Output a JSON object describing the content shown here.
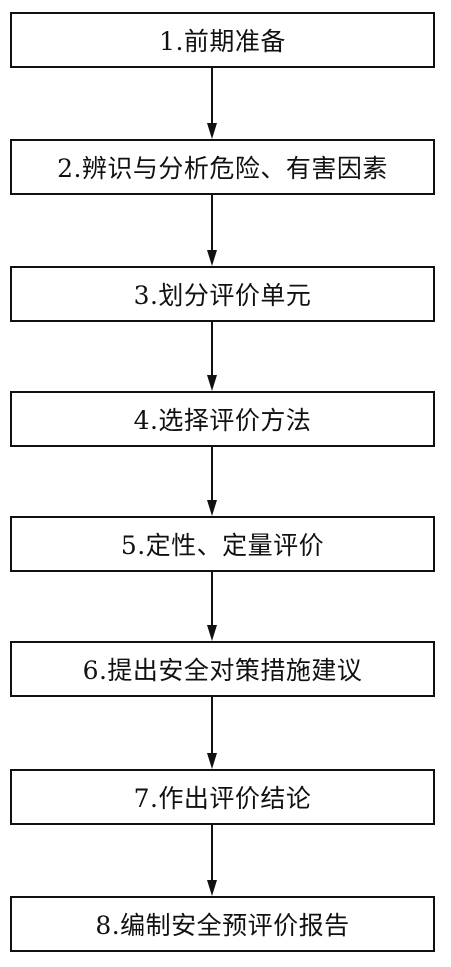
{
  "steps": [
    {
      "label": "1.前期准备"
    },
    {
      "label": "2.辨识与分析危险、有害因素"
    },
    {
      "label": "3.划分评价单元"
    },
    {
      "label": "4.选择评价方法"
    },
    {
      "label": "5.定性、定量评价"
    },
    {
      "label": "6.提出安全对策措施建议"
    },
    {
      "label": "7.作出评价结论"
    },
    {
      "label": "8.编制安全预评价报告"
    }
  ],
  "colors": {
    "line": "#111111",
    "background": "#ffffff"
  }
}
